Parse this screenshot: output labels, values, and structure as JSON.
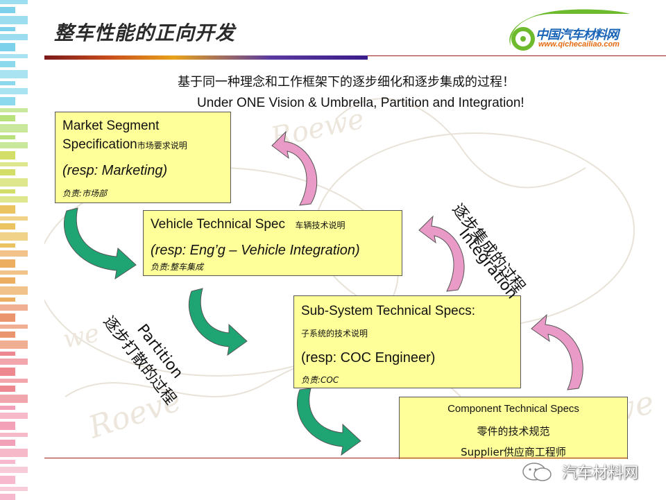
{
  "slide": {
    "title": "整车性能的正向开发",
    "subtitle_cn": "基于同一种理念和工作框架下的逐步细化和逐步集成的过程！",
    "subtitle_en": "Under ONE Vision & Umbrella, Partition and Integration!"
  },
  "logo": {
    "name": "中国汽车材料网",
    "url": "www.qichecailiao.com",
    "colors": {
      "green": "#6dbb2d",
      "blue": "#1a64b8",
      "orange": "#e56a10"
    }
  },
  "boxes": {
    "market": {
      "title_line1": "Market Segment",
      "title_line2": "Specification",
      "title_cn": "市场要求说明",
      "resp": "(resp: Marketing)",
      "resp_cn": "负责:市场部"
    },
    "vehicle": {
      "title": "Vehicle Technical Spec",
      "title_cn": "车辆技术说明",
      "resp": "(resp: Eng’g – Vehicle Integration)",
      "resp_cn": "负责:整车集成"
    },
    "subsystem": {
      "title": "Sub-System Technical Specs:",
      "title_cn": "子系统的技术说明",
      "resp": "(resp: COC  Engineer)",
      "resp_cn": "负责:COC"
    },
    "component": {
      "title": "Component Technical Specs",
      "title_cn": "零件的技术规范",
      "supplier": "Supplier供应商工程师"
    }
  },
  "labels": {
    "integration_en": "Integration",
    "integration_cn": "逐步集成的过程",
    "partition_en": "Partition",
    "partition_cn": "逐步打散的过程"
  },
  "watermark": {
    "account": "汽车材料网"
  },
  "colors": {
    "box_fill": "#ffff99",
    "green_arrow": "#1fa574",
    "pink_arrow": "#e99ac6",
    "header_line": "#9b1c1c"
  }
}
